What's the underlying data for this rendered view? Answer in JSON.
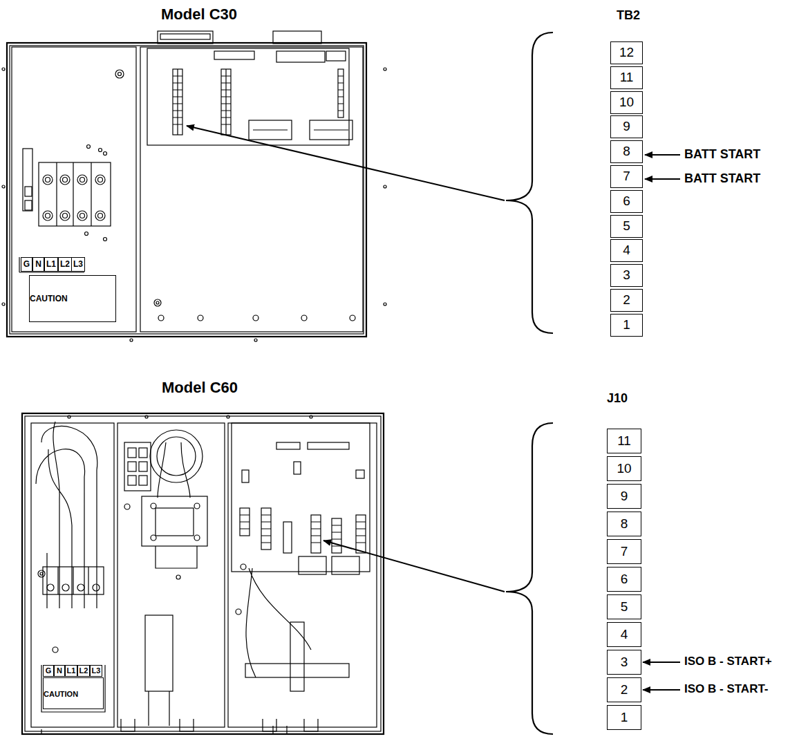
{
  "diagram": {
    "nodes": [
      {
        "text": [
          "G"
        ]
      },
      {
        "text": [
          "N"
        ]
      },
      {
        "text": [
          "L1"
        ]
      },
      {
        "text": [
          "L2"
        ]
      },
      {
        "text": [
          "L3"
        ]
      },
      {
        "text": [
          "CAUTION"
        ]
      },
      {
        "text": [
          "12"
        ]
      },
      {
        "text": [
          "11"
        ]
      },
      {
        "text": [
          "10"
        ]
      },
      {
        "text": [
          "9"
        ]
      },
      {
        "text": [
          "8"
        ]
      },
      {
        "text": [
          "7"
        ]
      },
      {
        "text": [
          "6"
        ]
      },
      {
        "text": [
          "5"
        ]
      },
      {
        "text": [
          "4"
        ]
      },
      {
        "text": [
          "3"
        ]
      },
      {
        "text": [
          "2"
        ]
      },
      {
        "text": [
          "1"
        ]
      },
      {
        "text": [
          "G"
        ]
      },
      {
        "text": [
          "N"
        ]
      },
      {
        "text": [
          "L1"
        ]
      },
      {
        "text": [
          "L2"
        ]
      },
      {
        "text": [
          "L3"
        ]
      },
      {
        "text": [
          "CAUTION"
        ]
      },
      {
        "text": [
          "11"
        ]
      },
      {
        "text": [
          "10"
        ]
      },
      {
        "text": [
          "9"
        ]
      },
      {
        "text": [
          "8"
        ]
      },
      {
        "text": [
          "7"
        ]
      },
      {
        "text": [
          "6"
        ]
      },
      {
        "text": [
          "5"
        ]
      },
      {
        "text": [
          "4"
        ]
      },
      {
        "text": [
          "3"
        ]
      },
      {
        "text": [
          "2"
        ]
      },
      {
        "text": [
          "1"
        ]
      }
    ],
    "labels": [
      "Model C30",
      "TB2",
      "BATT START",
      "BATT START",
      "Model C60",
      "J10",
      "ISO B - START+",
      "ISO B - START-"
    ]
  }
}
